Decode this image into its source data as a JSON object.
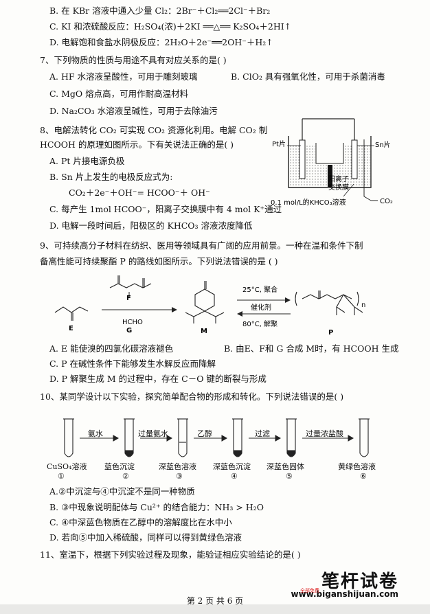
{
  "q6": {
    "B": "B. 在 KBr 溶液中通入少量 Cl₂：2Br⁻＋Cl₂══2Cl⁻＋Br₂",
    "C": "C. KI 和浓硫酸反应：H₂SO₄(浓)＋2KI ══△══ K₂SO₄＋2HI↑",
    "D": "D. 电解饱和食盐水阴极反应：2H₂O＋2e⁻══2OH⁻＋H₂↑"
  },
  "q7": {
    "stem": "7、下列物质的性质与用途不具有对应关系的是(   )",
    "A": "A. HF 水溶液呈酸性，可用于雕刻玻璃",
    "B": "B. ClO₂ 具有强氧化性，可用于杀菌消毒",
    "C": "C. MgO 熔点高，可用作耐高温材料",
    "D": "D. Na₂CO₃ 水溶液呈碱性，可用于去除油污"
  },
  "q8": {
    "stem1": "8、电解法转化 CO₂ 可实现 CO₂ 资源化利用。电解 CO₂ 制",
    "stem2": "HCOOH 的原理如图所示。下有关说法正确的是(   )",
    "A": "A. Pt 片接电源负极",
    "B": "B. Sn 片上发生的电极反应式为:",
    "B_eq": "CO₂＋2e⁻＋OH⁻= HCOO⁻＋ OH⁻",
    "C": "C. 每产生 1mol HCOO⁻，阳离子交换膜中有 4 mol K⁺通过",
    "D": "D. 电解一段时间后，阳极区的 KHCO₃ 溶液浓度降低",
    "fig": {
      "pt": "Pt片",
      "sn": "Sn片",
      "membrane1": "阳离子",
      "membrane2": "交换膜",
      "solution": "0.1 mol/L的KHCO₃溶液",
      "co2": "CO₂"
    }
  },
  "q9": {
    "stem1": "9、可持续高分子材料在纺织、医用等领域具有广阔的应用前景。一种在温和条件下制",
    "stem2": "备高性能可持续聚酯 P 的路线如图所示。下列说法错误的是 (    )",
    "A": "A. E 能使溴的四氯化碳溶液褪色",
    "B": "B. 由E、F和 G 合成 M时，有 HCOOH 生成",
    "C": "C. P 在碱性条件下能够发生水解反应而降解",
    "D": "D. P 解聚生成 M 的过程中，存在 C－O 键的断裂与形成",
    "fig": {
      "E": "E",
      "F": "F",
      "G": "G",
      "M": "M",
      "P": "P",
      "hcho": "HCHO",
      "cond1": "25°C, 聚合",
      "cat": "催化剂",
      "cond2": "80°C, 解聚",
      "n": "n"
    }
  },
  "q10": {
    "stem": "10、某同学设计以下实验，探究简单配合物的形成和转化。下列说法错误的是(   )",
    "reagents": [
      "氨水",
      "过量氨水",
      "乙醇",
      "过滤",
      "过量浓盐酸"
    ],
    "tubes": [
      {
        "label": "CuSO₄溶液",
        "num": "①"
      },
      {
        "label": "蓝色沉淀",
        "num": "②"
      },
      {
        "label": "深蓝色溶液",
        "num": "③"
      },
      {
        "label": "深蓝色沉淀",
        "num": "④"
      },
      {
        "label": "深蓝色固体",
        "num": "⑤"
      },
      {
        "label": "黄绿色溶液",
        "num": "⑥"
      }
    ],
    "A": "A.②中沉淀与④中沉淀不是同一种物质",
    "B": "B. ③中现象说明配体与 Cu²⁺ 的结合能力：NH₃ > H₂O",
    "C": "C. ④中深蓝色物质在乙醇中的溶解度比在水中小",
    "D": "D. 若向⑤中加入稀硫酸，同样可以得到黄绿色溶液"
  },
  "q11": {
    "stem": "11、室温下，根据下列实验过程及现象，能验证相应实验结论的是(   )"
  },
  "footer": {
    "page": "第 2 页 共 6 页",
    "brand": "笔杆试卷",
    "url": "www.biganshijuan.com",
    "tag": "全部免费"
  }
}
